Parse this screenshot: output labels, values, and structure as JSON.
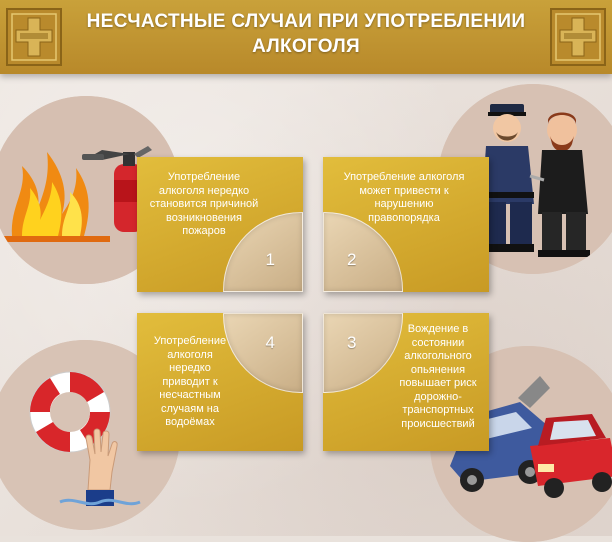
{
  "header": {
    "title_line1": "НЕСЧАСТНЫЕ СЛУЧАИ ПРИ УПОТРЕБЛЕНИИ",
    "title_line2": "АЛКОГОЛЯ"
  },
  "panels": [
    {
      "number": "1",
      "text": "Употребление алкоголя нередко становится причиной возникновения пожаров"
    },
    {
      "number": "2",
      "text": "Употребление алкоголя может привести к нарушению правопорядка"
    },
    {
      "number": "3",
      "text": "Вождение в состоянии алкогольного опьянения повышает риск дорожно-транспортных происшествий"
    },
    {
      "number": "4",
      "text": "Употребление алкоголя нередко приводит к несчастным случаям на водоёмах"
    }
  ],
  "colors": {
    "header": "#c2962f",
    "panel": "#d4aa30",
    "quarter": "#dcc39c",
    "circle": "#d8c2b4"
  },
  "icons": [
    "fire-icon",
    "extinguisher-icon",
    "police-icon",
    "arrest-icon",
    "lifebuoy-icon",
    "drowning-hand-icon",
    "car-crash-icon"
  ]
}
